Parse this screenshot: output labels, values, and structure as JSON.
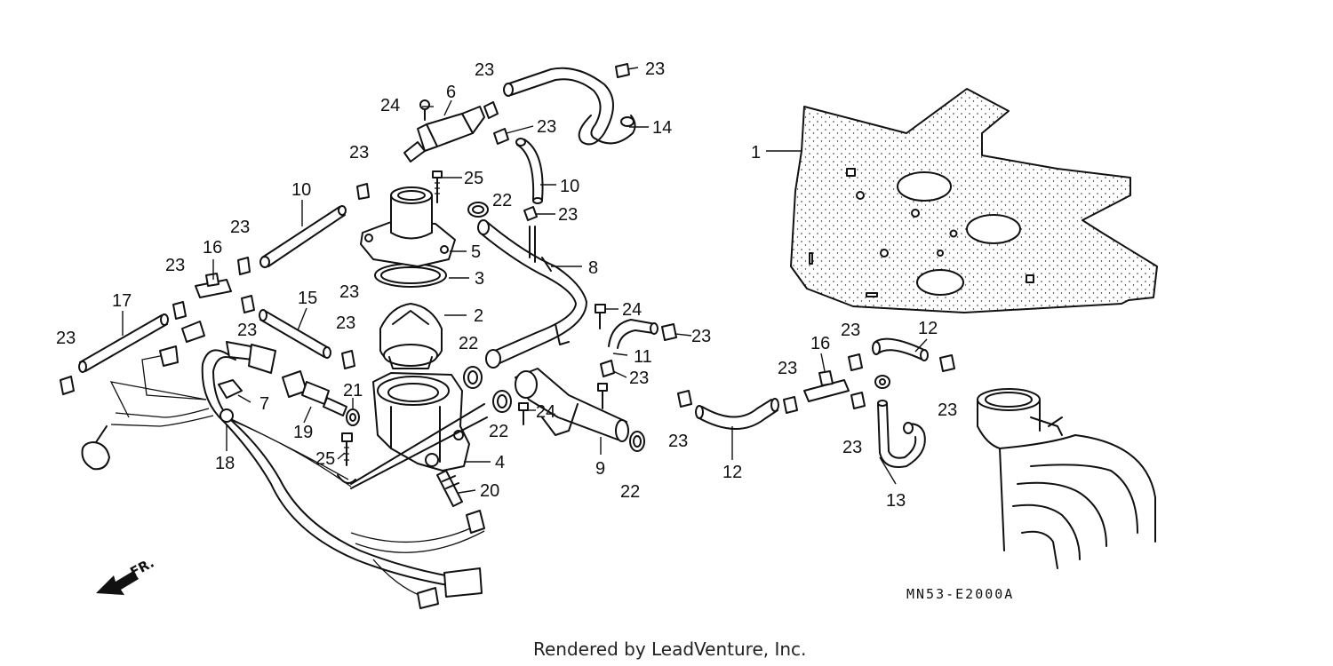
{
  "diagram": {
    "code": "MN53-E2000A",
    "credit": "Rendered by LeadVenture, Inc.",
    "direction": "FR.",
    "callouts": [
      {
        "id": "c1",
        "text": "1"
      },
      {
        "id": "c2",
        "text": "2"
      },
      {
        "id": "c3",
        "text": "3"
      },
      {
        "id": "c4",
        "text": "4"
      },
      {
        "id": "c5",
        "text": "5"
      },
      {
        "id": "c6",
        "text": "6"
      },
      {
        "id": "c7",
        "text": "7"
      },
      {
        "id": "c8",
        "text": "8"
      },
      {
        "id": "c9",
        "text": "9"
      },
      {
        "id": "c10a",
        "text": "10"
      },
      {
        "id": "c10b",
        "text": "10"
      },
      {
        "id": "c11",
        "text": "11"
      },
      {
        "id": "c12a",
        "text": "12"
      },
      {
        "id": "c12b",
        "text": "12"
      },
      {
        "id": "c13",
        "text": "13"
      },
      {
        "id": "c14",
        "text": "14"
      },
      {
        "id": "c15",
        "text": "15"
      },
      {
        "id": "c16a",
        "text": "16"
      },
      {
        "id": "c16b",
        "text": "16"
      },
      {
        "id": "c17",
        "text": "17"
      },
      {
        "id": "c18",
        "text": "18"
      },
      {
        "id": "c19",
        "text": "19"
      },
      {
        "id": "c20",
        "text": "20"
      },
      {
        "id": "c21",
        "text": "21"
      },
      {
        "id": "c22a",
        "text": "22"
      },
      {
        "id": "c22b",
        "text": "22"
      },
      {
        "id": "c22c",
        "text": "22"
      },
      {
        "id": "c22d",
        "text": "22"
      },
      {
        "id": "c23a",
        "text": "23"
      },
      {
        "id": "c23b",
        "text": "23"
      },
      {
        "id": "c23c",
        "text": "23"
      },
      {
        "id": "c23d",
        "text": "23"
      },
      {
        "id": "c23e",
        "text": "23"
      },
      {
        "id": "c23f",
        "text": "23"
      },
      {
        "id": "c23g",
        "text": "23"
      },
      {
        "id": "c23h",
        "text": "23"
      },
      {
        "id": "c23i",
        "text": "23"
      },
      {
        "id": "c23j",
        "text": "23"
      },
      {
        "id": "c23k",
        "text": "23"
      },
      {
        "id": "c23l",
        "text": "23"
      },
      {
        "id": "c23m",
        "text": "23"
      },
      {
        "id": "c23n",
        "text": "23"
      },
      {
        "id": "c23o",
        "text": "23"
      },
      {
        "id": "c23p",
        "text": "23"
      },
      {
        "id": "c23q",
        "text": "23"
      },
      {
        "id": "c23r",
        "text": "23"
      },
      {
        "id": "c23s",
        "text": "23"
      },
      {
        "id": "c24a",
        "text": "24"
      },
      {
        "id": "c24b",
        "text": "24"
      },
      {
        "id": "c24c",
        "text": "24"
      },
      {
        "id": "c25a",
        "text": "25"
      },
      {
        "id": "c25b",
        "text": "25"
      }
    ]
  }
}
